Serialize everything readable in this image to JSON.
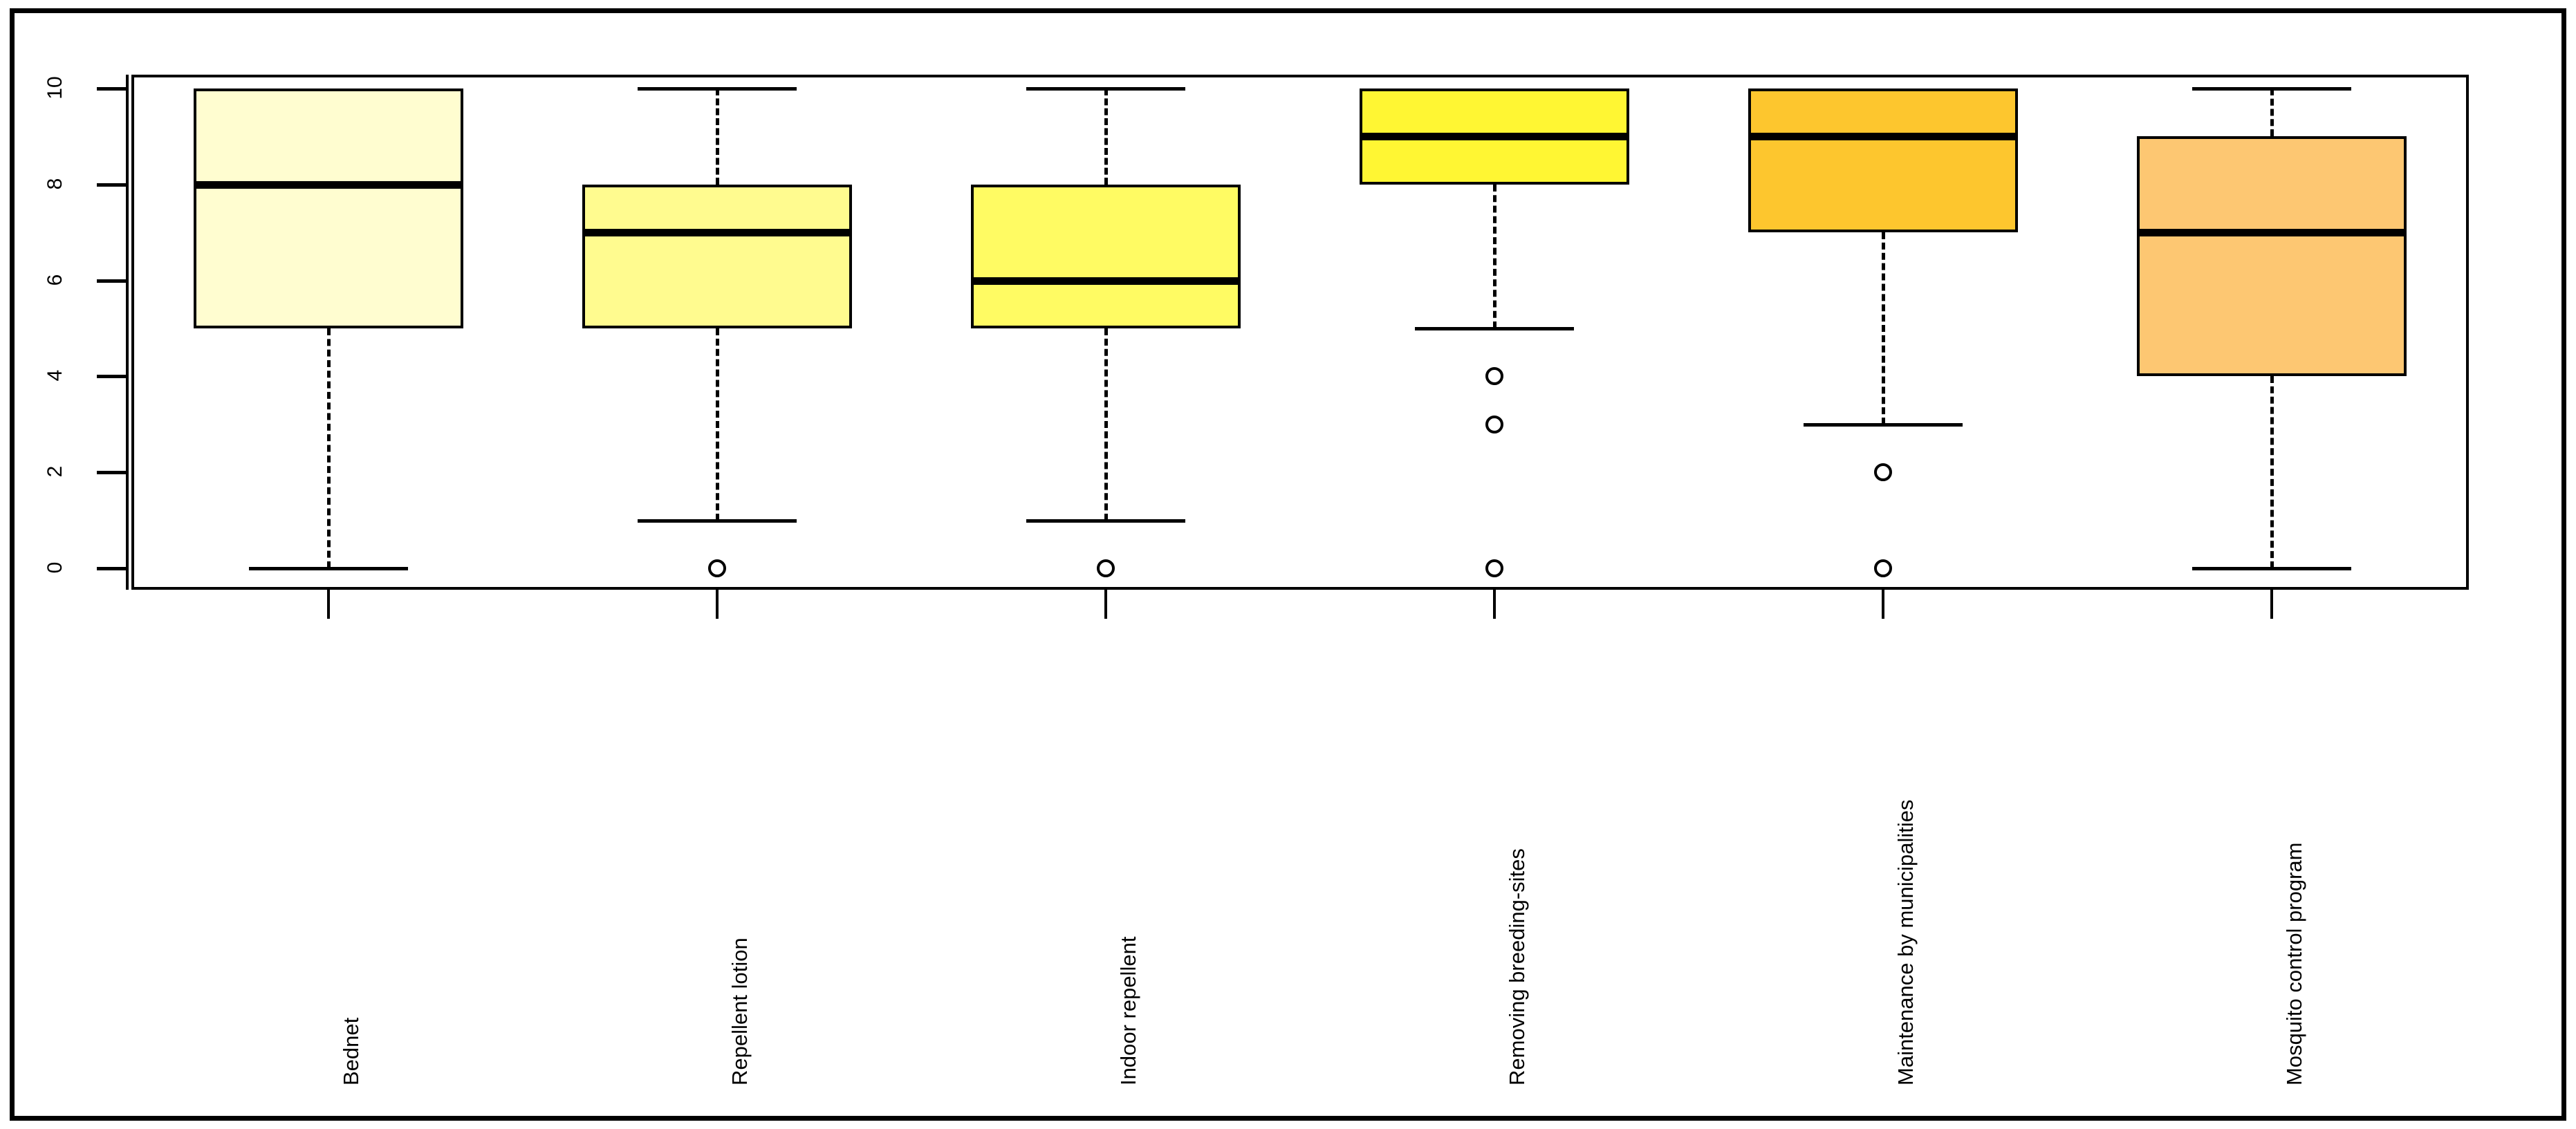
{
  "chart_data": {
    "type": "boxplot",
    "title": "",
    "xlabel": "",
    "ylabel": "",
    "ylim": [
      0,
      10
    ],
    "yticks": [
      10,
      8,
      6,
      4,
      2,
      0
    ],
    "grid": false,
    "legend": "none",
    "categories": [
      "Bednet",
      "Repellent lotion",
      "Indoor repellent",
      "Removing breeding-sites",
      "Maintenance by municipalities",
      "Mosquito control program"
    ],
    "boxes": [
      {
        "label": "Bednet",
        "whisker_low": 0,
        "q1": 5,
        "median": 8,
        "q3": 10,
        "whisker_high": 10,
        "outliers": [],
        "color": "#FFFDD0"
      },
      {
        "label": "Repellent lotion",
        "whisker_low": 1,
        "q1": 5,
        "median": 7,
        "q3": 8,
        "whisker_high": 10,
        "outliers": [
          0
        ],
        "color": "#FFFB8F"
      },
      {
        "label": "Indoor repellent",
        "whisker_low": 1,
        "q1": 5,
        "median": 6,
        "q3": 8,
        "whisker_high": 10,
        "outliers": [
          0
        ],
        "color": "#FFFB63"
      },
      {
        "label": "Removing breeding-sites",
        "whisker_low": 5,
        "q1": 8,
        "median": 9,
        "q3": 10,
        "whisker_high": 10,
        "outliers": [
          4,
          3,
          0
        ],
        "color": "#FFF633"
      },
      {
        "label": "Maintenance by municipalities",
        "whisker_low": 3,
        "q1": 7,
        "median": 9,
        "q3": 10,
        "whisker_high": 10,
        "outliers": [
          2,
          0
        ],
        "color": "#FDC62E"
      },
      {
        "label": "Mosquito control program",
        "whisker_low": 0,
        "q1": 4,
        "median": 7,
        "q3": 9,
        "whisker_high": 10,
        "outliers": [],
        "color": "#FDC772"
      }
    ]
  },
  "axis": {
    "y_tick_labels": [
      "10",
      "8",
      "6",
      "4",
      "2",
      "0"
    ]
  }
}
